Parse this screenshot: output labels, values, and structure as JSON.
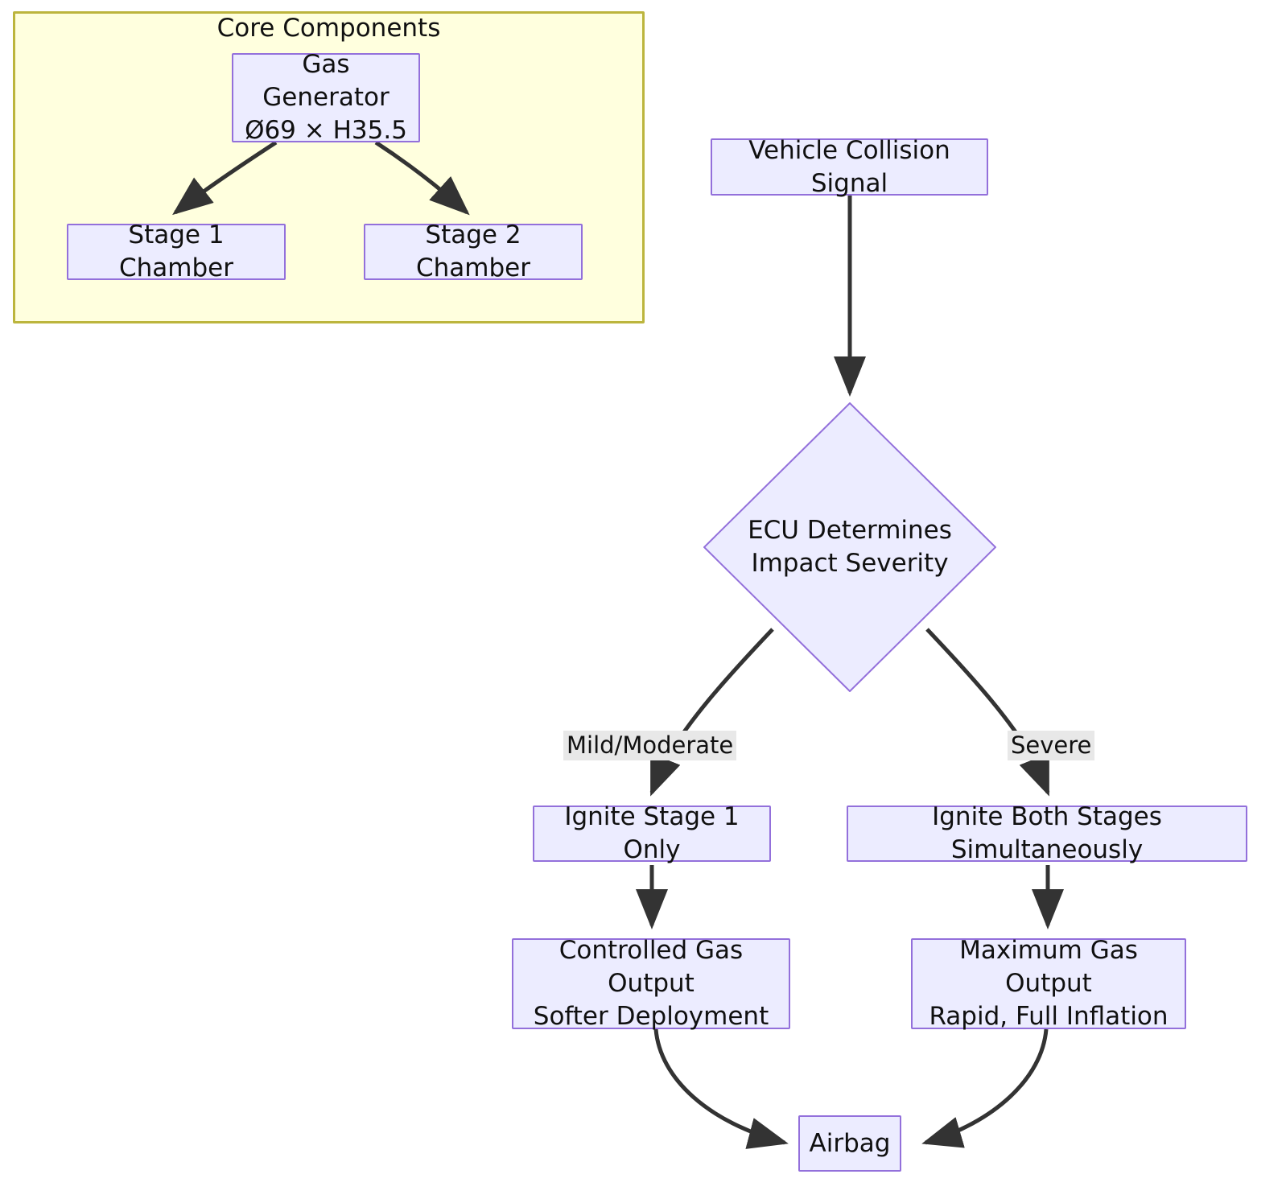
{
  "diagram": {
    "type": "flowchart",
    "title_visible": false,
    "colors": {
      "node_fill": "#ececff",
      "node_stroke": "#9370db",
      "cluster_fill": "#ffffde",
      "cluster_stroke": "#bcb53d",
      "edge_stroke": "#333333",
      "edge_label_bg": "#e8e8e8",
      "text": "#101010"
    },
    "cluster": {
      "id": "core-components",
      "label": "Core Components"
    },
    "nodes": [
      {
        "id": "gas-generator",
        "shape": "rect",
        "lines": [
          "Gas Generator",
          "Ø69 × H35.5"
        ]
      },
      {
        "id": "stage-1-chamber",
        "shape": "rect",
        "lines": [
          "Stage 1 Chamber"
        ]
      },
      {
        "id": "stage-2-chamber",
        "shape": "rect",
        "lines": [
          "Stage 2 Chamber"
        ]
      },
      {
        "id": "vehicle-collision-signal",
        "shape": "rect",
        "lines": [
          "Vehicle Collision Signal"
        ]
      },
      {
        "id": "ecu-determines-impact-severity",
        "shape": "diamond",
        "lines": [
          "ECU Determines",
          "Impact Severity"
        ]
      },
      {
        "id": "ignite-stage-1-only",
        "shape": "rect",
        "lines": [
          "Ignite Stage 1 Only"
        ]
      },
      {
        "id": "ignite-both-stages-simultaneously",
        "shape": "rect",
        "lines": [
          "Ignite Both Stages Simultaneously"
        ]
      },
      {
        "id": "controlled-gas-output",
        "shape": "rect",
        "lines": [
          "Controlled Gas Output",
          "Softer Deployment"
        ]
      },
      {
        "id": "maximum-gas-output",
        "shape": "rect",
        "lines": [
          "Maximum Gas Output",
          "Rapid, Full Inflation"
        ]
      },
      {
        "id": "airbag",
        "shape": "rect",
        "lines": [
          "Airbag"
        ]
      }
    ],
    "edges": [
      {
        "from": "gas-generator",
        "to": "stage-1-chamber",
        "label": ""
      },
      {
        "from": "gas-generator",
        "to": "stage-2-chamber",
        "label": ""
      },
      {
        "from": "vehicle-collision-signal",
        "to": "ecu-determines-impact-severity",
        "label": ""
      },
      {
        "from": "ecu-determines-impact-severity",
        "to": "ignite-stage-1-only",
        "label": "Mild/Moderate"
      },
      {
        "from": "ecu-determines-impact-severity",
        "to": "ignite-both-stages-simultaneously",
        "label": "Severe"
      },
      {
        "from": "ignite-stage-1-only",
        "to": "controlled-gas-output",
        "label": ""
      },
      {
        "from": "ignite-both-stages-simultaneously",
        "to": "maximum-gas-output",
        "label": ""
      },
      {
        "from": "controlled-gas-output",
        "to": "airbag",
        "label": ""
      },
      {
        "from": "maximum-gas-output",
        "to": "airbag",
        "label": ""
      }
    ],
    "edge_labels": {
      "mild_moderate": "Mild/Moderate",
      "severe": "Severe"
    }
  }
}
